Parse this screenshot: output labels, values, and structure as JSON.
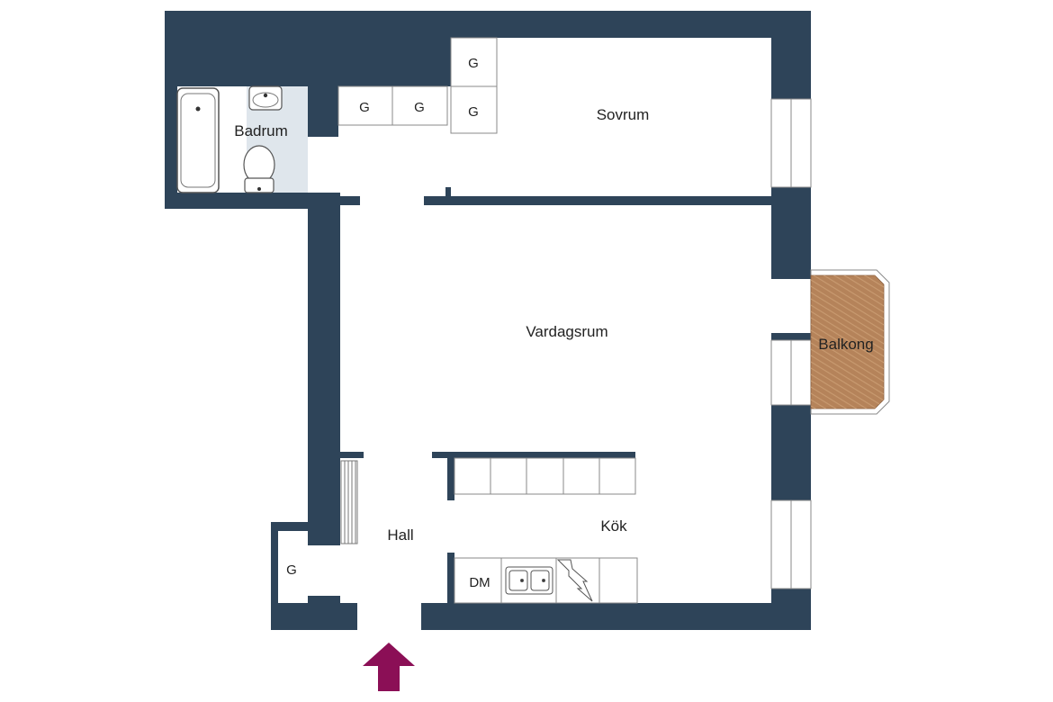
{
  "colors": {
    "wall": "#2e4459",
    "floor": "#ffffff",
    "bathroom_floor": "#dfe6ec",
    "balcony_deck": "#b5835a",
    "balcony_plank": "#c7996f",
    "entrance_arrow": "#8b0f56",
    "fixture_line": "#555555"
  },
  "rooms": {
    "badrum": "Badrum",
    "sovrum": "Sovrum",
    "vardagsrum": "Vardagsrum",
    "balkong": "Balkong",
    "hall": "Hall",
    "kok": "Kök"
  },
  "closets": {
    "g_left": "G",
    "g_mid": "G",
    "g_bedroom_top": "G",
    "g_bedroom_bottom": "G",
    "g_hall": "G"
  },
  "appliances": {
    "dishwasher": "DM"
  },
  "icons": {
    "entrance": "entrance-arrow-icon",
    "bathtub": "bathtub-icon",
    "sink": "sink-icon",
    "toilet": "toilet-icon",
    "kitchen_sink": "kitchen-sink-icon",
    "stove": "stove-icon",
    "radiator": "radiator-icon"
  }
}
